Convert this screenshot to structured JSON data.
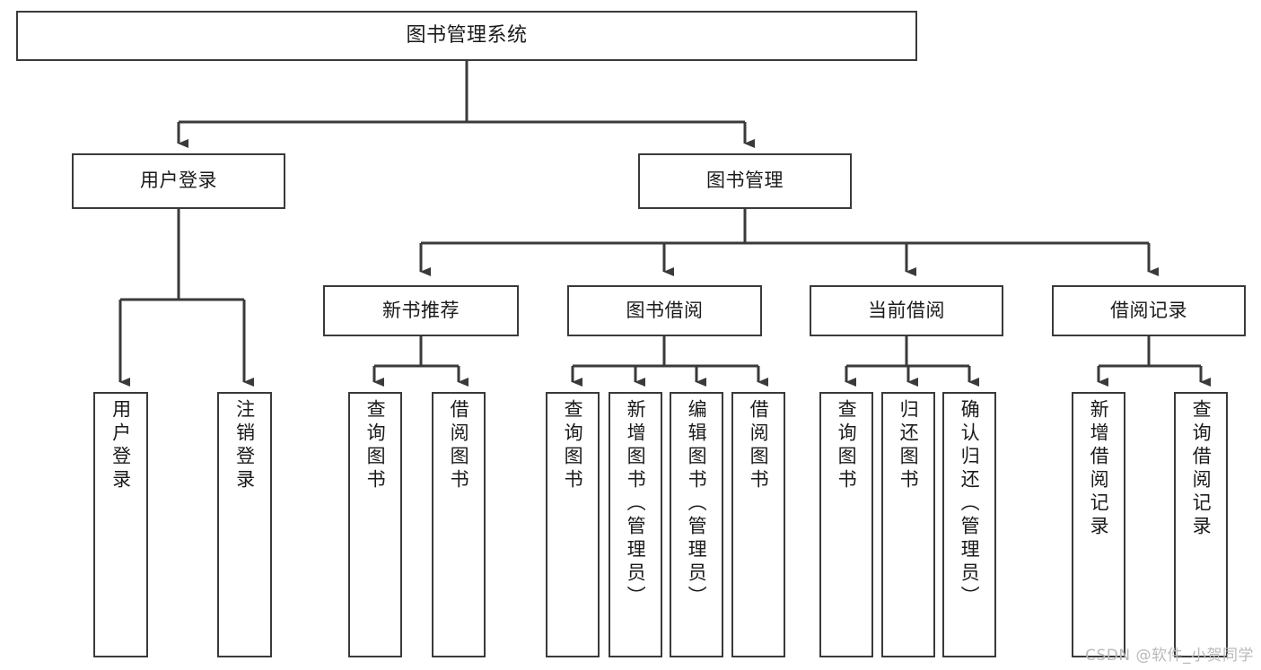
{
  "diagram": {
    "title": "图书管理系统",
    "watermark": "CSDN @软件_小贺同学",
    "type": "hierarchy-tree",
    "colors": {
      "box_border": "#3a3a3a",
      "box_fill": "#ffffff",
      "connector": "#3a3a3a",
      "text": "#1a1a1a",
      "watermark": "#b9b9b9",
      "background": "#ffffff"
    },
    "levels": [
      {
        "level": 1,
        "nodes": [
          "图书管理系统"
        ]
      },
      {
        "level": 2,
        "nodes": [
          "用户登录",
          "图书管理"
        ]
      },
      {
        "level": 3,
        "nodes": [
          "新书推荐",
          "图书借阅",
          "当前借阅",
          "借阅记录"
        ]
      },
      {
        "level": 4,
        "nodes": [
          "用户登录",
          "注销登录",
          "查询图书",
          "借阅图书",
          "查询图书",
          "新增图书（管理员）",
          "编辑图书（管理员）",
          "借阅图书",
          "查询图书",
          "归还图书",
          "确认归还（管理员）",
          "新增借阅记录",
          "查询借阅记录"
        ]
      }
    ],
    "nodes": {
      "root": {
        "label": "图书管理系统"
      },
      "user_login": {
        "label": "用户登录"
      },
      "book_manage": {
        "label": "图书管理"
      },
      "new_book_rec": {
        "label": "新书推荐"
      },
      "book_borrow": {
        "label": "图书借阅"
      },
      "current_borrow": {
        "label": "当前借阅"
      },
      "borrow_record": {
        "label": "借阅记录"
      },
      "leaf_user_login": {
        "label": "用户登录"
      },
      "leaf_user_logout": {
        "label": "注销登录"
      },
      "leaf_query_book_1": {
        "label": "查询图书"
      },
      "leaf_borrow_book_1": {
        "label": "借阅图书"
      },
      "leaf_query_book_2": {
        "label": "查询图书"
      },
      "leaf_add_book": {
        "label": "新增图书（管理员）"
      },
      "leaf_edit_book": {
        "label": "编辑图书（管理员）"
      },
      "leaf_borrow_book_2": {
        "label": "借阅图书"
      },
      "leaf_query_book_3": {
        "label": "查询图书"
      },
      "leaf_return_book": {
        "label": "归还图书"
      },
      "leaf_confirm_return": {
        "label": "确认归还（管理员）"
      },
      "leaf_add_record": {
        "label": "新增借阅记录"
      },
      "leaf_query_record": {
        "label": "查询借阅记录"
      }
    },
    "edges": [
      {
        "from": "root",
        "to": "user_login"
      },
      {
        "from": "root",
        "to": "book_manage"
      },
      {
        "from": "user_login",
        "to": "leaf_user_login"
      },
      {
        "from": "user_login",
        "to": "leaf_user_logout"
      },
      {
        "from": "book_manage",
        "to": "new_book_rec"
      },
      {
        "from": "book_manage",
        "to": "book_borrow"
      },
      {
        "from": "book_manage",
        "to": "current_borrow"
      },
      {
        "from": "book_manage",
        "to": "borrow_record"
      },
      {
        "from": "new_book_rec",
        "to": "leaf_query_book_1"
      },
      {
        "from": "new_book_rec",
        "to": "leaf_borrow_book_1"
      },
      {
        "from": "book_borrow",
        "to": "leaf_query_book_2"
      },
      {
        "from": "book_borrow",
        "to": "leaf_add_book"
      },
      {
        "from": "book_borrow",
        "to": "leaf_edit_book"
      },
      {
        "from": "book_borrow",
        "to": "leaf_borrow_book_2"
      },
      {
        "from": "current_borrow",
        "to": "leaf_query_book_3"
      },
      {
        "from": "current_borrow",
        "to": "leaf_return_book"
      },
      {
        "from": "current_borrow",
        "to": "leaf_confirm_return"
      },
      {
        "from": "borrow_record",
        "to": "leaf_add_record"
      },
      {
        "from": "borrow_record",
        "to": "leaf_query_record"
      }
    ]
  }
}
